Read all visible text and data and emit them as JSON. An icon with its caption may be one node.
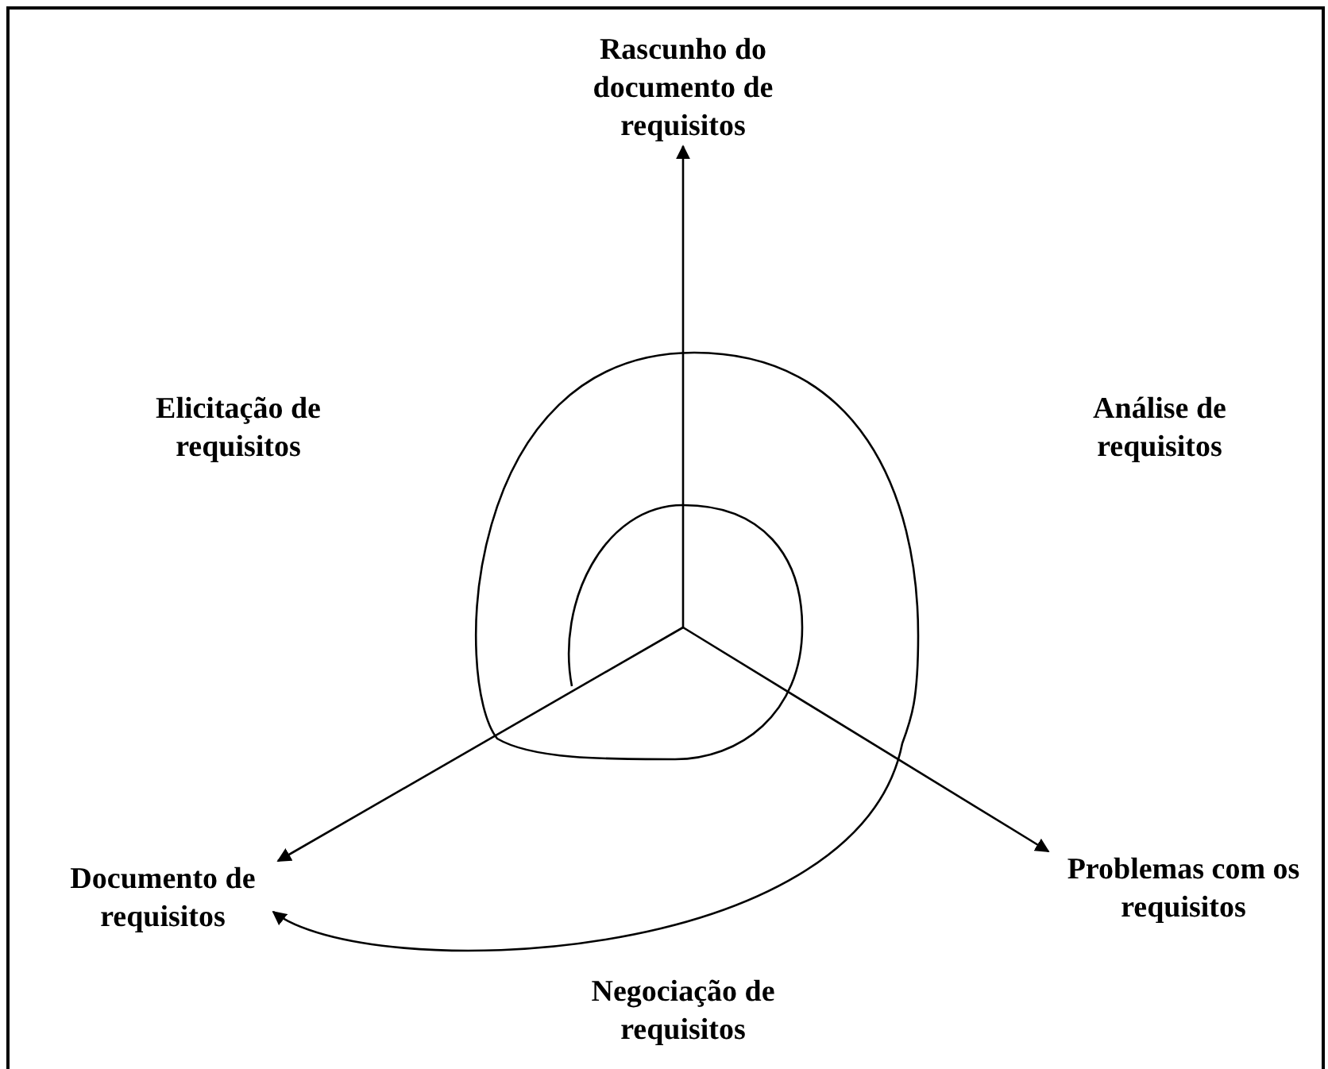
{
  "diagram": {
    "nodes": [
      {
        "text": [
          "Rascunho do documento de requisitos"
        ]
      },
      {
        "text": [
          "Documento de requisitos"
        ]
      },
      {
        "text": [
          "Problemas com os requisitos"
        ]
      }
    ],
    "edges": [
      {
        "from": null,
        "to": 0,
        "arrow": "to"
      },
      {
        "from": null,
        "to": 2,
        "arrow": "to"
      },
      {
        "from": null,
        "to": 1,
        "arrow": "to"
      }
    ],
    "labels": [
      "Elicitação de requisitos",
      "Análise de requisitos",
      "Negociação de requisitos"
    ]
  }
}
